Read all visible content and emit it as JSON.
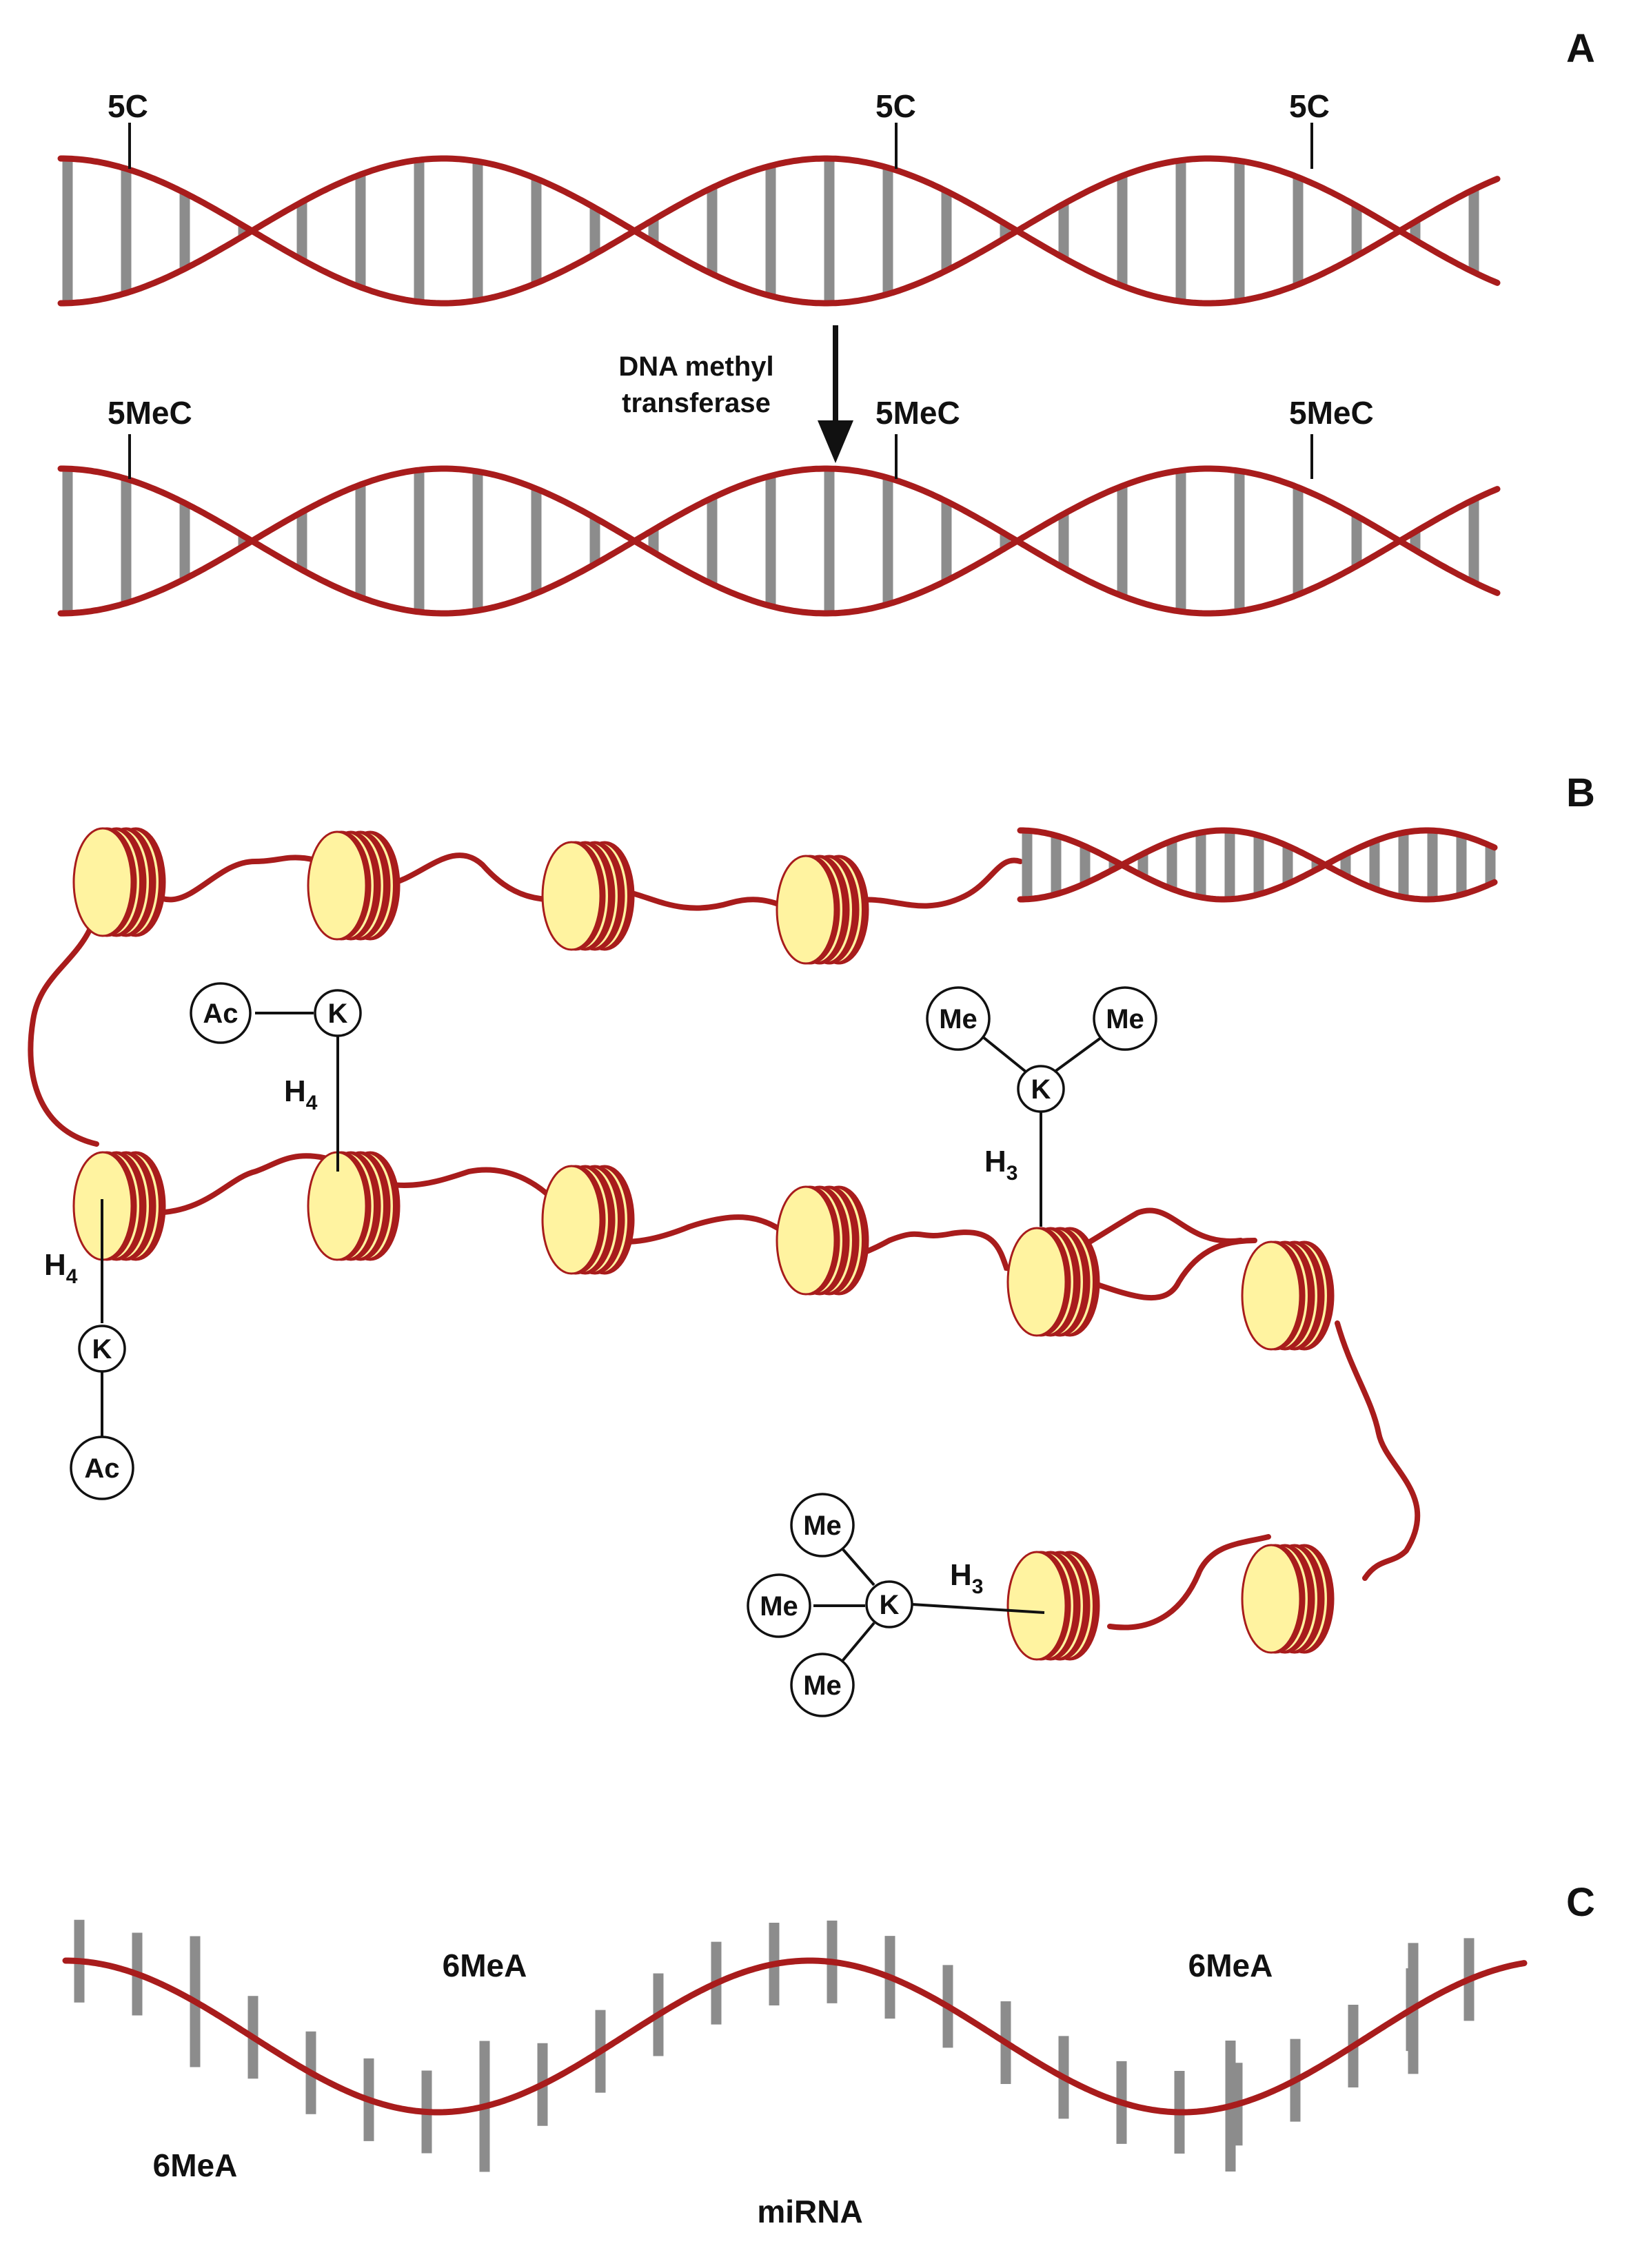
{
  "colors": {
    "strand": "#a81c1c",
    "rung": "#8c8c8c",
    "nucleosome_fill": "#fff3a0",
    "nucleosome_stroke": "#a81c1c",
    "text": "#111111"
  },
  "panel_a": {
    "letter": "A",
    "top_labels": [
      "5C",
      "5C",
      "5C"
    ],
    "bottom_labels": [
      "5MeC",
      "5MeC",
      "5MeC"
    ],
    "enzyme_line1": "DNA methyl",
    "enzyme_line2": "transferase"
  },
  "panel_b": {
    "letter": "B",
    "acetyl": "Ac",
    "lysine": "K",
    "methyl": "Me",
    "histone_h4": "H",
    "histone_h4_sub": "4",
    "histone_h3": "H",
    "histone_h3_sub": "3"
  },
  "panel_c": {
    "letter": "C",
    "label_6mea": "6MeA",
    "mirna": "miRNA"
  },
  "icons": [
    "dna-double-helix-icon",
    "nucleosome-icon",
    "rna-strand-icon",
    "arrow-down-icon"
  ]
}
